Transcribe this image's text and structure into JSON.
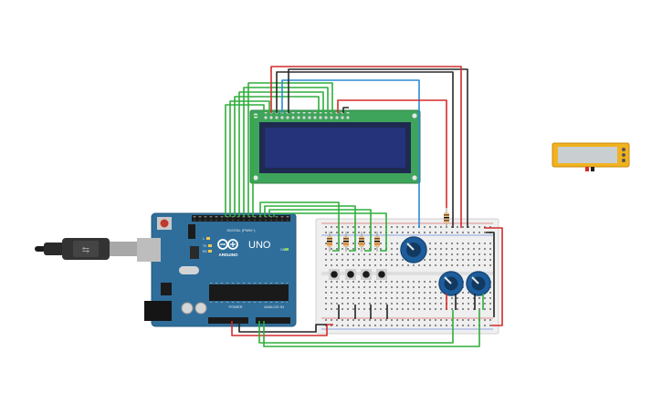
{
  "arduino": {
    "brand": "ARDUINO",
    "model": "UNO",
    "digital_label": "DIGITAL (PWM~)",
    "power_label": "POWER",
    "analog_label": "ANALOG IN",
    "on_label": "ON",
    "tx_label": "TX",
    "rx_label": "RX",
    "l_label": "L"
  },
  "colors": {
    "arduino_board": "#2f6e9a",
    "lcd_pcb": "#3fa45b",
    "lcd_screen": "#1f2d5c",
    "breadboard": "#f1f1f1",
    "wire_green": "#2fae3a",
    "wire_red": "#d42a2a",
    "wire_black": "#222222",
    "wire_blue": "#2a8ad4",
    "potentiometer": "#1e5d9c",
    "multimeter": "#f0b21e"
  },
  "components": {
    "lcd": "lcd-16x2",
    "pushbuttons": 4,
    "resistors": 5,
    "potentiometers": 3,
    "multimeter": "multimeter"
  }
}
